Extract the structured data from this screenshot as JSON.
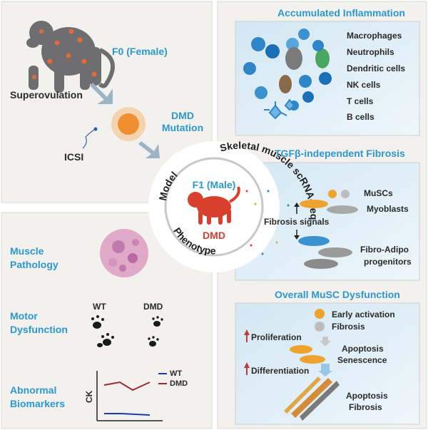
{
  "model_panel": {
    "f0_label": "F0 (Female)",
    "superovulation": "Superovulation",
    "dmd_mutation_line1": "DMD",
    "dmd_mutation_line2": "Mutation",
    "icsi": "ICSI"
  },
  "center": {
    "f1_label": "F1 (Male)",
    "dmd_label": "DMD",
    "arc_model": "Model",
    "arc_phenotype": "Phenotype",
    "arc_scrna": "Skeletal muscle scRNA-seq"
  },
  "phenotype_panel": {
    "muscle_pathology_line1": "Muscle",
    "muscle_pathology_line2": "Pathology",
    "motor_line1": "Motor",
    "motor_line2": "Dysfunction",
    "wt": "WT",
    "dmd": "DMD",
    "biomarkers_line1": "Abnormal",
    "biomarkers_line2": "Biomarkers",
    "ck_axis": "CK",
    "legend_wt": "WT",
    "legend_dmd": "DMD"
  },
  "inflammation_panel": {
    "title": "Accumulated Inflammation",
    "cells": [
      "Macrophages",
      "Neutrophils",
      "Dendritic cells",
      "NK cells",
      "T cells",
      "B cells"
    ]
  },
  "fibrosis_panel": {
    "title": "TGFβ-independent Fibrosis",
    "muscs": "MuSCs",
    "myoblasts": "Myoblasts",
    "fibrosis_signals": "Fibrosis signals",
    "fap_line1": "Fibro-Adipo",
    "fap_line2": "progenitors"
  },
  "musc_panel": {
    "title": "Overall MuSC Dysfunction",
    "early_activation": "Early activation",
    "fibrosis": "Fibrosis",
    "proliferation": "Proliferation",
    "differentiation": "Differentiation",
    "apoptosis1": "Apoptosis",
    "senescence": "Senescence",
    "apoptosis2": "Apoptosis",
    "fibrosis2": "Fibrosis"
  },
  "colors": {
    "accent_blue": "#2b98cf",
    "monkey_red": "#d8402d",
    "wt_line": "#1f3aa8",
    "dmd_line": "#9e2a2f",
    "panel_bg": "#f3f1ee"
  }
}
